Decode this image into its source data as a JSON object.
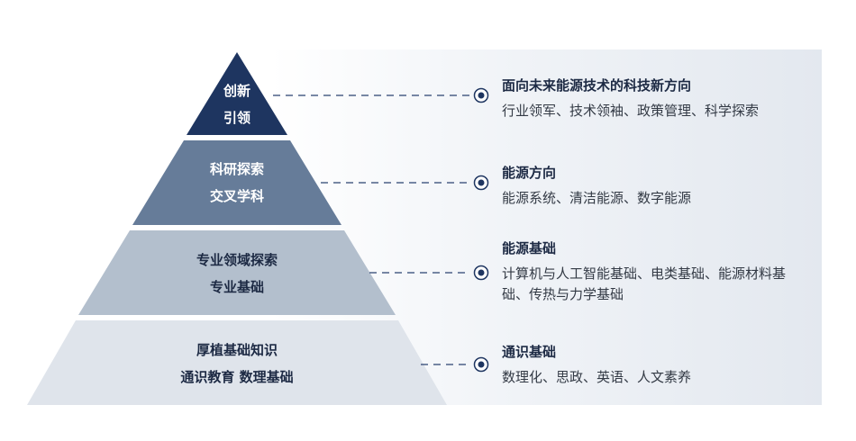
{
  "tiers": [
    {
      "line1": "创新",
      "line2": "引领",
      "fill": "#1e3560",
      "text_color": "#ffffff"
    },
    {
      "line1": "科研探索",
      "line2": "交叉学科",
      "fill": "#667c99",
      "text_color": "#ffffff"
    },
    {
      "line1": "专业领域探索",
      "line2": "专业基础",
      "fill": "#b3bfcd",
      "text_color": "#1d2a44"
    },
    {
      "line1": "厚植基础知识",
      "line2": "通识教育  数理基础",
      "fill": "#dfe4eb",
      "text_color": "#1d2a44"
    }
  ],
  "descriptions": [
    {
      "title": "面向未来能源技术的科技新方向",
      "body": "行业领军、技术领袖、政策管理、科学探索"
    },
    {
      "title": "能源方向",
      "body": "能源系统、清洁能源、数字能源"
    },
    {
      "title": "能源基础",
      "body": "计算机与人工智能基础、电类基础、能源材料基础、传热与力学基础"
    },
    {
      "title": "通识基础",
      "body": "数理化、思政、英语、人文素养"
    }
  ],
  "colors": {
    "connector": "#2a4270",
    "marker": "#1e3560"
  }
}
